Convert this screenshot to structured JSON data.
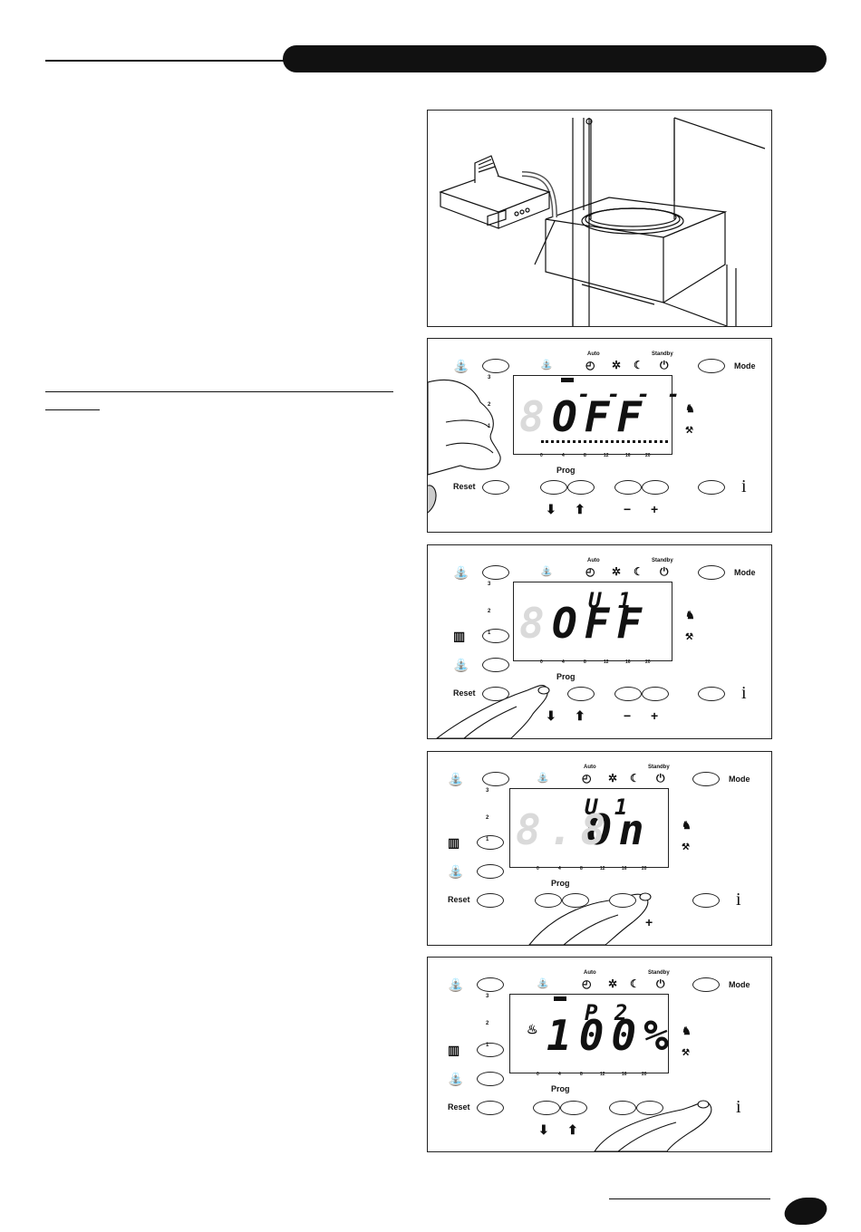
{
  "panels": [
    {
      "id": "panel-2",
      "labels": {
        "auto": "Auto",
        "standby": "Standby",
        "mode": "Mode",
        "prog": "Prog",
        "reset": "Reset",
        "info": "i"
      },
      "scale": {
        "levels": [
          "3",
          "2",
          "1"
        ],
        "hours": [
          "0",
          "4",
          "8",
          "12",
          "16",
          "20"
        ]
      },
      "display": {
        "top": "- - - -",
        "main": "OFF"
      }
    },
    {
      "id": "panel-3",
      "labels": {
        "auto": "Auto",
        "standby": "Standby",
        "mode": "Mode",
        "prog": "Prog",
        "reset": "Reset",
        "info": "i"
      },
      "scale": {
        "levels": [
          "3",
          "2",
          "1"
        ],
        "hours": [
          "0",
          "4",
          "8",
          "12",
          "16",
          "20"
        ]
      },
      "display": {
        "top": "U 1",
        "main": "OFF"
      }
    },
    {
      "id": "panel-4",
      "labels": {
        "auto": "Auto",
        "standby": "Standby",
        "mode": "Mode",
        "prog": "Prog",
        "reset": "Reset",
        "info": "i"
      },
      "scale": {
        "levels": [
          "3",
          "2",
          "1"
        ],
        "hours": [
          "0",
          "4",
          "8",
          "12",
          "16",
          "20"
        ]
      },
      "display": {
        "top": "U 1",
        "main": "On"
      }
    },
    {
      "id": "panel-5",
      "labels": {
        "auto": "Auto",
        "standby": "Standby",
        "mode": "Mode",
        "prog": "Prog",
        "reset": "Reset",
        "info": "i"
      },
      "scale": {
        "levels": [
          "3",
          "2",
          "1"
        ],
        "hours": [
          "0",
          "4",
          "8",
          "12",
          "16",
          "20"
        ]
      },
      "display": {
        "top": "P 2",
        "main": "100%"
      }
    }
  ]
}
